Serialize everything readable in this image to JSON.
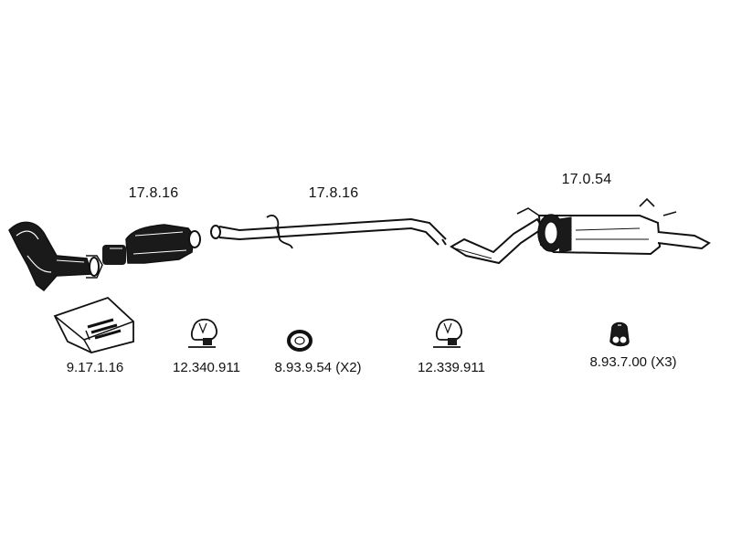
{
  "diagram": {
    "main_parts": [
      {
        "id": "catalytic-converter",
        "label": "17.8.16"
      },
      {
        "id": "middle-pipe",
        "label": "17.8.16"
      },
      {
        "id": "rear-silencer",
        "label": "17.0.54"
      }
    ],
    "accessories": [
      {
        "id": "mounting-kit",
        "label": "9.17.1.16"
      },
      {
        "id": "clamp-front",
        "label": "12.340.911"
      },
      {
        "id": "sealing-ring",
        "label": "8.93.9.54 (X2)"
      },
      {
        "id": "clamp-rear",
        "label": "12.339.911"
      },
      {
        "id": "rubber-hanger",
        "label": "8.93.7.00 (X3)"
      }
    ],
    "colors": {
      "ink": "#111111",
      "background": "#ffffff"
    }
  }
}
